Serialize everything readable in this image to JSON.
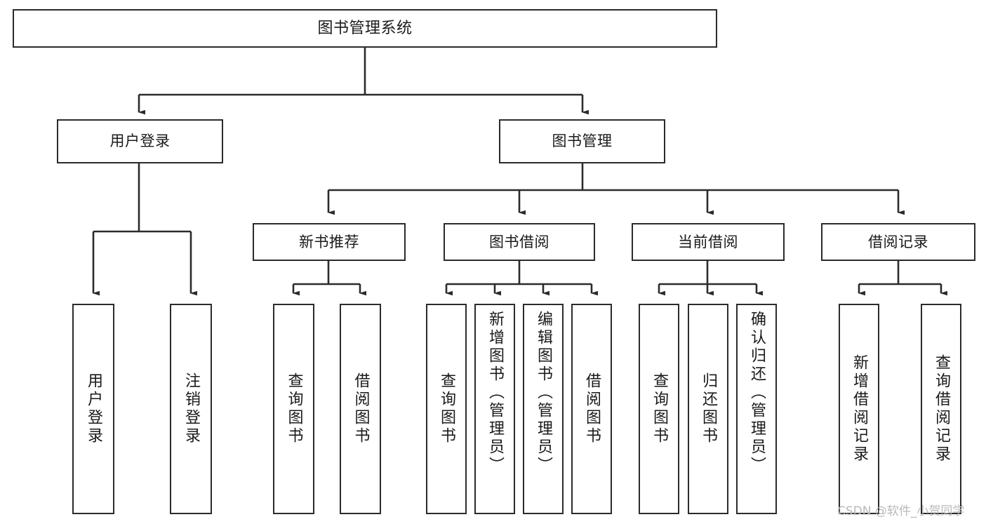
{
  "diagram": {
    "type": "tree",
    "title": "图书管理系统",
    "style": {
      "box_border_color": "#2b2b2b",
      "box_fill_color": "#ffffff",
      "line_color": "#2b2b2b",
      "text_color": "#1a1a1a",
      "background": "#ffffff"
    },
    "levels": {
      "level1": [
        "图书管理系统"
      ],
      "level2": [
        "用户登录",
        "图书管理"
      ],
      "level3": [
        "新书推荐",
        "图书借阅",
        "当前借阅",
        "借阅记录"
      ],
      "level4": [
        "用户登录",
        "注销登录",
        "查询图书",
        "借阅图书",
        "查询图书",
        "新增图书（管理员）",
        "编辑图书（管理员）",
        "借阅图书",
        "查询图书",
        "归还图书",
        "确认归还（管理员）",
        "新增借阅记录",
        "查询借阅记录"
      ]
    },
    "nodes": {
      "root": {
        "label": "图书管理系统"
      },
      "user_login": {
        "label": "用户登录"
      },
      "book_manage": {
        "label": "图书管理"
      },
      "new_book_rec": {
        "label": "新书推荐"
      },
      "book_borrow": {
        "label": "图书借阅"
      },
      "current_borrow": {
        "label": "当前借阅"
      },
      "borrow_record": {
        "label": "借阅记录"
      },
      "leaf_user_login": {
        "label": "用户登录"
      },
      "leaf_logout": {
        "label": "注销登录"
      },
      "leaf_query_book_1": {
        "label": "查询图书"
      },
      "leaf_borrow_book_1": {
        "label": "借阅图书"
      },
      "leaf_query_book_2": {
        "label": "查询图书"
      },
      "leaf_add_book": {
        "label": "新增图书（管理员）"
      },
      "leaf_edit_book": {
        "label": "编辑图书（管理员）"
      },
      "leaf_borrow_book_2": {
        "label": "借阅图书"
      },
      "leaf_query_book_3": {
        "label": "查询图书"
      },
      "leaf_return_book": {
        "label": "归还图书"
      },
      "leaf_confirm_return": {
        "label": "确认归还（管理员）"
      },
      "leaf_add_record": {
        "label": "新增借阅记录"
      },
      "leaf_query_record": {
        "label": "查询借阅记录"
      }
    },
    "edges": [
      {
        "from": "root",
        "to": "user_login"
      },
      {
        "from": "root",
        "to": "book_manage"
      },
      {
        "from": "user_login",
        "to": "leaf_user_login"
      },
      {
        "from": "user_login",
        "to": "leaf_logout"
      },
      {
        "from": "book_manage",
        "to": "new_book_rec"
      },
      {
        "from": "book_manage",
        "to": "book_borrow"
      },
      {
        "from": "book_manage",
        "to": "current_borrow"
      },
      {
        "from": "book_manage",
        "to": "borrow_record"
      },
      {
        "from": "new_book_rec",
        "to": "leaf_query_book_1"
      },
      {
        "from": "new_book_rec",
        "to": "leaf_borrow_book_1"
      },
      {
        "from": "book_borrow",
        "to": "leaf_query_book_2"
      },
      {
        "from": "book_borrow",
        "to": "leaf_add_book"
      },
      {
        "from": "book_borrow",
        "to": "leaf_edit_book"
      },
      {
        "from": "book_borrow",
        "to": "leaf_borrow_book_2"
      },
      {
        "from": "current_borrow",
        "to": "leaf_query_book_3"
      },
      {
        "from": "current_borrow",
        "to": "leaf_return_book"
      },
      {
        "from": "current_borrow",
        "to": "leaf_confirm_return"
      },
      {
        "from": "borrow_record",
        "to": "leaf_add_record"
      },
      {
        "from": "borrow_record",
        "to": "leaf_query_record"
      }
    ]
  },
  "watermark": {
    "text": "CSDN @软件_小贺同学"
  }
}
